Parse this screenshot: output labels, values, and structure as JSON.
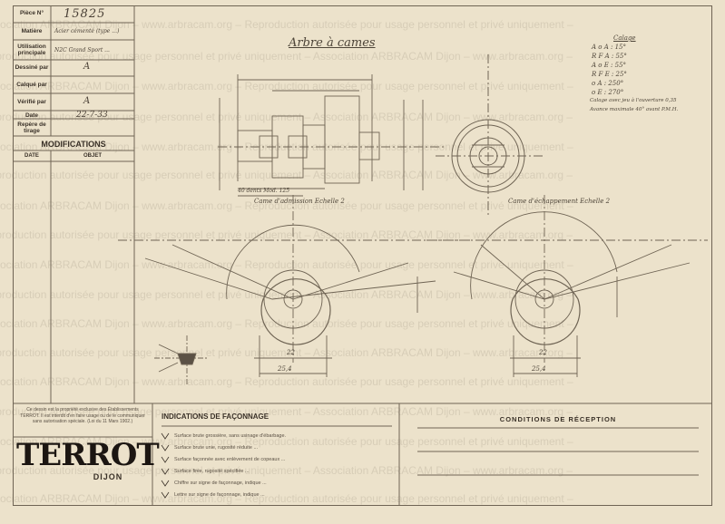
{
  "title_block": {
    "piece_label": "Pièce N°",
    "piece_value": "15825",
    "matiere_label": "Matière",
    "matiere_value": "Acier cémenté (type ...)",
    "utilisation_label": "Utilisation principale",
    "utilisation_value": "N2C Grand Sport ...",
    "dessine_label": "Dessiné par",
    "dessine_value": "A",
    "calque_label": "Calqué par",
    "verifie_label": "Vérifié par",
    "verifie_value": "A",
    "date_label": "Date",
    "date_value": "22-7-33",
    "repere_label": "Repère de tirage"
  },
  "modifications": {
    "title": "MODIFICATIONS",
    "col_date": "DATE",
    "col_objet": "OBJET"
  },
  "drawing": {
    "title": "Arbre à cames",
    "admission_label": "Came d'admission Echelle 2",
    "echappement_label": "Came d'échappement Echelle 2",
    "cote_left": "25,4",
    "cote_right": "25,4",
    "dim_22_left": "22",
    "dim_22_right": "22",
    "dim_125": "40 dents Mod. 125",
    "calage_title": "Calage",
    "calage": [
      "A o A : 15°",
      "R F A : 55°",
      "A o E : 55°",
      "R F E : 25°",
      "o A : 250°",
      "o E : 270°"
    ],
    "calage_note1": "Calage avec jeu à l'ouverture 0,35",
    "calage_note2": "Avance maximale 40° avant P.M.H."
  },
  "footer": {
    "property_text": "Ce dessin est la propriété exclusive des Établissements TERROT. Il est interdit d'en faire usage ou de le communiquer sans autorisation spéciale. (Loi du 11 Mars 1902.)",
    "logo_text": "TERROT",
    "city": "DIJON",
    "indications_title": "INDICATIONS DE FAÇONNAGE",
    "indications": [
      "Surface brute grossière, sans usinage d'ébarbage.",
      "Surface brute unie, rugosité réduite ...",
      "Surface façonnée avec enlèvement de copeaux ...",
      "Surface finie, rugosité spécifiée ...",
      "Chiffre sur signe de façonnage, indique ...",
      "Lettre sur signe de façonnage, indique ..."
    ],
    "conditions_title": "CONDITIONS DE RÉCEPTION"
  },
  "watermark": {
    "line1": "Association ARBRACAM Dijon – www.arbracam.org – Reproduction autorisée pour usage personnel et privé uniquement –",
    "line2": "Reproduction autorisée pour usage personnel et privé uniquement – Association ARBRACAM Dijon – www.arbracam.org –"
  }
}
